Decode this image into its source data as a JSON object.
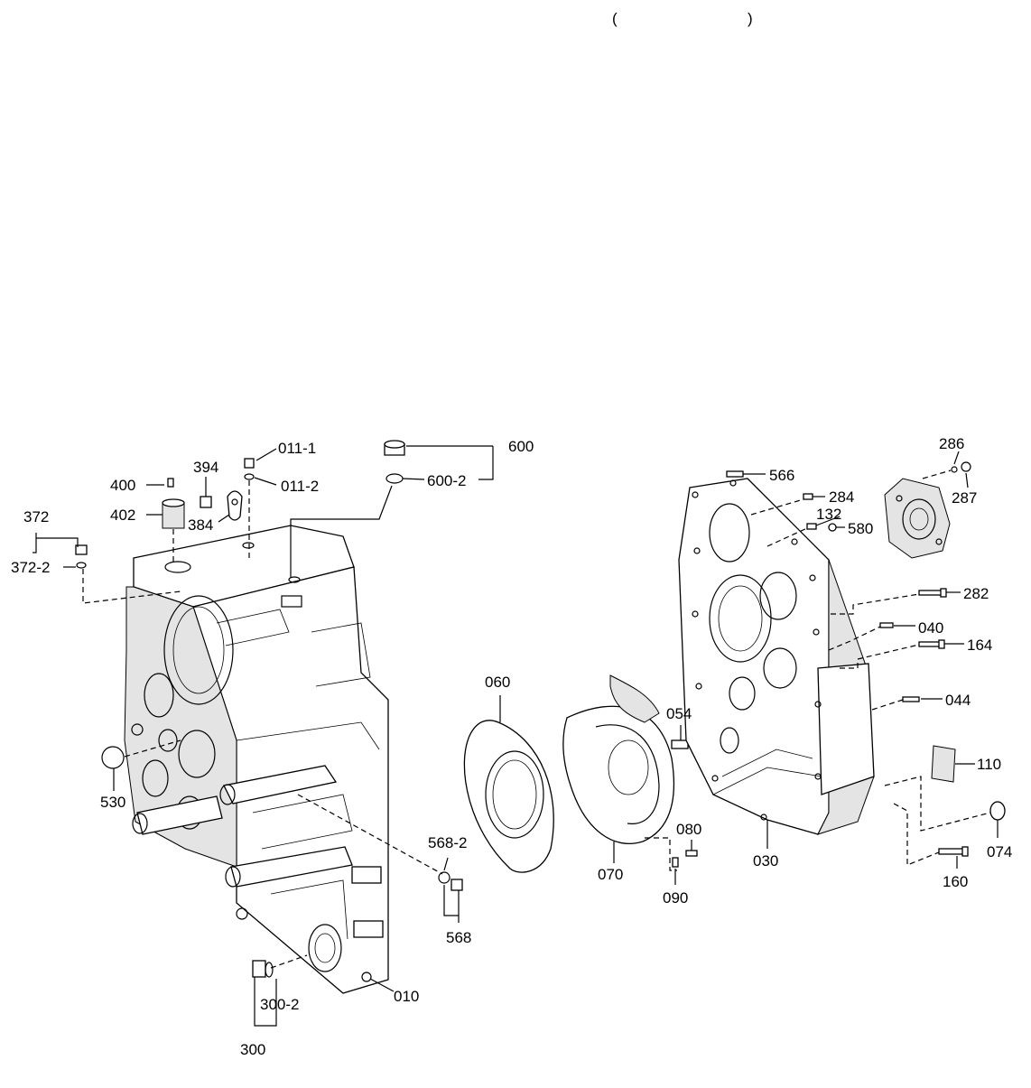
{
  "diagram": {
    "header_fragment": "(",
    "header_fragment_right": ")",
    "labels": {
      "l600": "600",
      "l600_2": "600-2",
      "l011_1": "011-1",
      "l011_2": "011-2",
      "l394": "394",
      "l400": "400",
      "l402": "402",
      "l384": "384",
      "l372": "372",
      "l372_2": "372-2",
      "l530": "530",
      "l568_2": "568-2",
      "l568": "568",
      "l010": "010",
      "l300_2": "300-2",
      "l300": "300",
      "l060": "060",
      "l070": "070",
      "l054": "054",
      "l080": "080",
      "l090": "090",
      "l030": "030",
      "l566": "566",
      "l284": "284",
      "l132": "132",
      "l580": "580",
      "l286": "286",
      "l287": "287",
      "l282": "282",
      "l040": "040",
      "l164": "164",
      "l044": "044",
      "l110": "110",
      "l074": "074",
      "l160": "160"
    }
  }
}
